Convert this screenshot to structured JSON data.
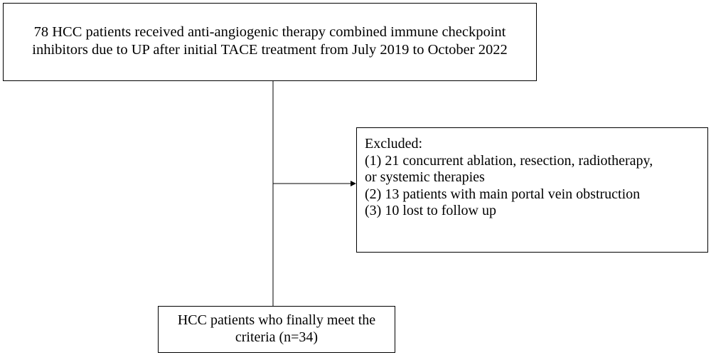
{
  "flowchart": {
    "top_box": {
      "text": "78 HCC patients received anti-angiogenic therapy combined immune checkpoint inhibitors due to UP after initial TACE treatment from  July 2019 to October 2022"
    },
    "exclusion_box": {
      "heading": "Excluded:",
      "items": [
        "(1) 21 concurrent ablation, resection, radiotherapy,",
        "or systemic therapies",
        "(2) 13 patients with main portal vein obstruction",
        "(3) 10 lost to follow up"
      ]
    },
    "bottom_box": {
      "text": "HCC patients who finally meet the criteria (n=34)"
    },
    "colors": {
      "line": "#000000",
      "box_border": "#000000",
      "background": "#ffffff"
    }
  }
}
